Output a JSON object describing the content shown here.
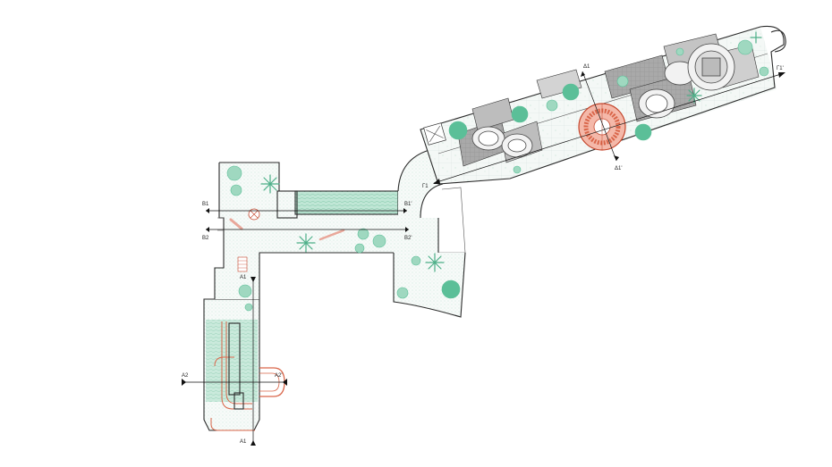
{
  "section_labels": {
    "a1_top": "A1",
    "a1_bottom": "A1",
    "a2_left": "A2",
    "a2_right": "A2'",
    "b1_left": "B1",
    "b1_right": "B1'",
    "b2_left": "B2",
    "b2_right": "B2'",
    "g1_left": "Γ1",
    "g1_right": "Γ1'",
    "d1_top": "Δ1",
    "d1_bottom": "Δ1'"
  },
  "colors": {
    "walls": "#2b2b2b",
    "planting": "#9fd8c0",
    "planting_dark": "#5bbf98",
    "stair_red": "#d9664a",
    "stair_pink": "#e9a79a",
    "pool_grey": "#9a9a9a"
  },
  "icons": {
    "cut_arrow": "triangle",
    "tree": "round-canopy",
    "palm": "star-palm"
  }
}
